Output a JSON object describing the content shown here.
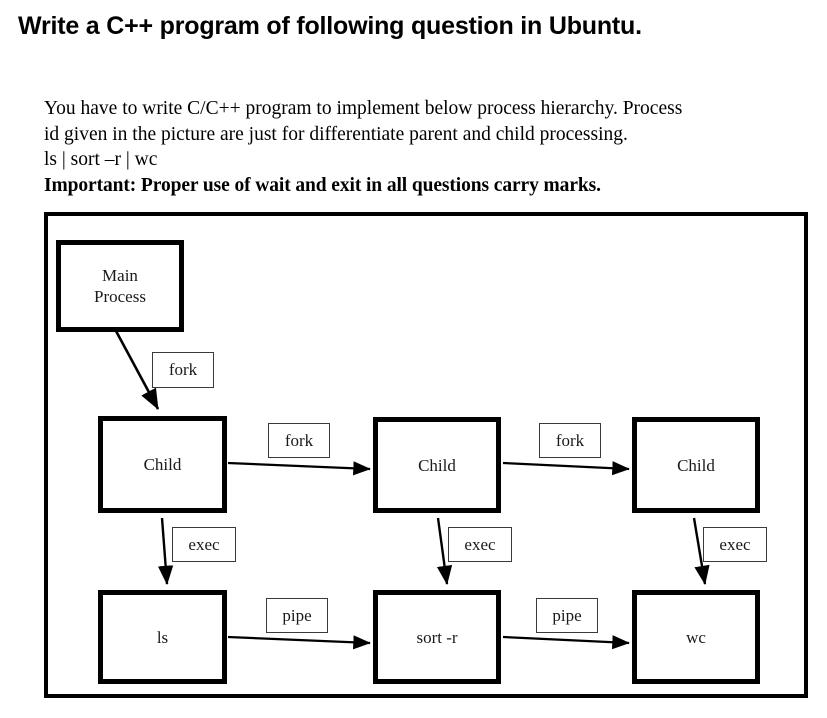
{
  "heading": "Write a C++ program of following question in Ubuntu.",
  "question": {
    "line1": "You have to write C/C++ program to implement below process hierarchy. Process",
    "line2": "id given in the picture are just for differentiate parent and child processing.",
    "line3": "ls | sort –r | wc",
    "line4": "Important: Proper use of wait and exit in all questions carry marks."
  },
  "diagram": {
    "type": "process-hierarchy-flowchart",
    "colors": {
      "border": "#000000",
      "background": "#ffffff",
      "text": "#1a1a1a",
      "label_border": "#3a3a3a"
    },
    "nodes": [
      {
        "id": "main",
        "label_line1": "Main",
        "label_line2": "Process",
        "label": "Main Process"
      },
      {
        "id": "child1",
        "label": "Child"
      },
      {
        "id": "child2",
        "label": "Child"
      },
      {
        "id": "child3",
        "label": "Child"
      },
      {
        "id": "ls",
        "label": "ls"
      },
      {
        "id": "sort",
        "label": "sort -r"
      },
      {
        "id": "wc",
        "label": "wc"
      }
    ],
    "edge_labels": [
      {
        "id": "fork-main-child1",
        "text": "fork"
      },
      {
        "id": "fork-child1-child2",
        "text": "fork"
      },
      {
        "id": "fork-child2-child3",
        "text": "fork"
      },
      {
        "id": "exec-child1-ls",
        "text": "exec"
      },
      {
        "id": "exec-child2-sort",
        "text": "exec"
      },
      {
        "id": "exec-child3-wc",
        "text": "exec"
      },
      {
        "id": "pipe-ls-sort",
        "text": "pipe"
      },
      {
        "id": "pipe-sort-wc",
        "text": "pipe"
      }
    ]
  }
}
